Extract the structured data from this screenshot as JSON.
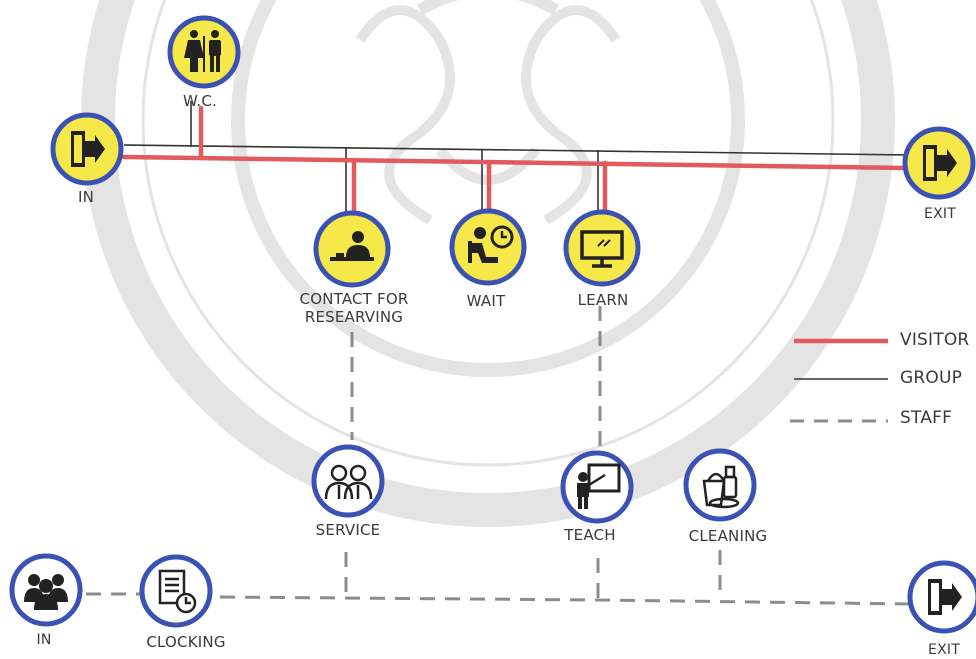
{
  "colors": {
    "visitor": "#e05a5e",
    "group": "#333333",
    "staff": "#8c8c8c",
    "node_yellow": "#f7e84a",
    "node_white": "#ffffff",
    "ring": "#3b52b4",
    "icon": "#222222",
    "watermark": "#e6e6e6"
  },
  "nodes": [
    {
      "id": "in-visitor",
      "label": "IN",
      "icon": "door-exit-icon",
      "fill": "yellow"
    },
    {
      "id": "wc",
      "label": "W.C.",
      "icon": "restroom-icon",
      "fill": "yellow"
    },
    {
      "id": "contact",
      "label": "CONTACT FOR\nRESEARVING",
      "label_lines": [
        "CONTACT FOR",
        "RESEARVING"
      ],
      "icon": "reception-desk-icon",
      "fill": "yellow"
    },
    {
      "id": "wait",
      "label": "WAIT",
      "icon": "waiting-person-icon",
      "fill": "yellow"
    },
    {
      "id": "learn",
      "label": "LEARN",
      "icon": "monitor-icon",
      "fill": "yellow"
    },
    {
      "id": "exit-visitor",
      "label": "EXIT",
      "icon": "door-exit-icon",
      "fill": "yellow"
    },
    {
      "id": "service",
      "label": "SERVICE",
      "icon": "service-staff-icon",
      "fill": "white"
    },
    {
      "id": "teach",
      "label": "TEACH",
      "icon": "teacher-board-icon",
      "fill": "white"
    },
    {
      "id": "cleaning",
      "label": "CLEANING",
      "icon": "cleaning-supplies-icon",
      "fill": "white"
    },
    {
      "id": "in-staff",
      "label": "IN",
      "icon": "staff-group-icon",
      "fill": "white"
    },
    {
      "id": "clocking",
      "label": "CLOCKING",
      "icon": "timesheet-clock-icon",
      "fill": "white"
    },
    {
      "id": "exit-staff",
      "label": "EXIT",
      "icon": "door-exit-icon",
      "fill": "white"
    }
  ],
  "legend": [
    {
      "label": "VISITOR",
      "style": "solid-red"
    },
    {
      "label": "GROUP",
      "style": "solid-thin"
    },
    {
      "label": "STAFF",
      "style": "dashed"
    }
  ]
}
